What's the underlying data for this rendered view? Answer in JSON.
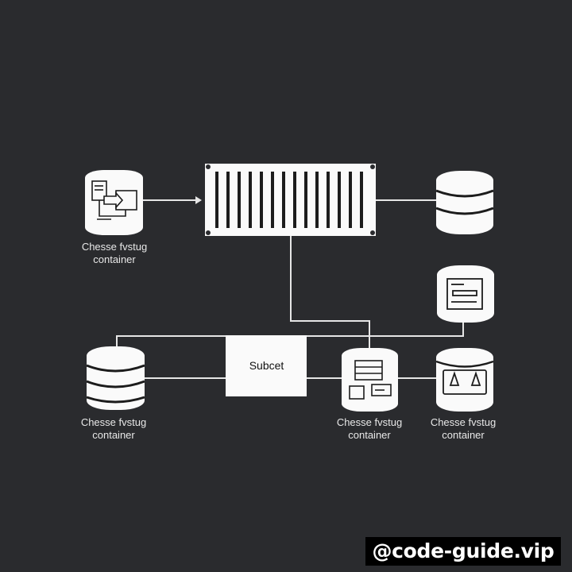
{
  "nodes": {
    "top_left_label": {
      "line1": "Chesse fvstug",
      "line2": "container"
    },
    "bottom_left_label": {
      "line1": "Chesse fvstug",
      "line2": "container"
    },
    "bottom_mid_label": {
      "line1": "Chesse fvstug",
      "line2": "container"
    },
    "bottom_right_label": {
      "line1": "Chesse fvstug",
      "line2": "container"
    },
    "subnet_label": "Subcet"
  },
  "watermark": "@code-guide.vip",
  "colors": {
    "background": "#2a2b2e",
    "foreground": "#ffffff",
    "line": "#e6e6e6"
  }
}
